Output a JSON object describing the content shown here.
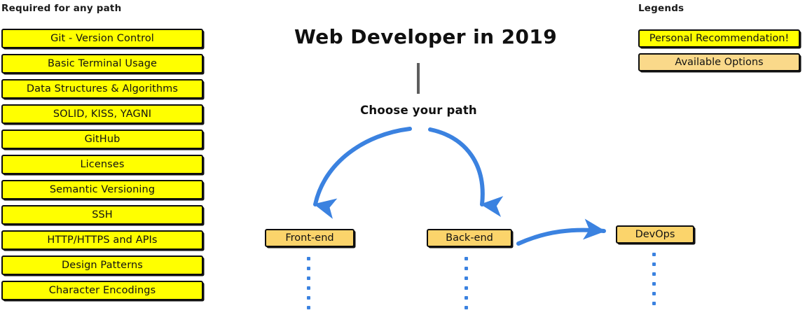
{
  "page": {
    "title": "Web Developer in 2019",
    "background_color": "#ffffff"
  },
  "colors": {
    "recommendation_fill": "#ffff00",
    "available_option_fill": "#fad98a",
    "path_box_fill": "#fbd46b",
    "arrow_blue": "#3b82e0",
    "stem_gray": "#5e5e5e",
    "outline_black": "#0d0d0d"
  },
  "required_section": {
    "heading": "Required for any path",
    "items": [
      {
        "label": "Git - Version Control"
      },
      {
        "label": "Basic Terminal Usage"
      },
      {
        "label": "Data Structures & Algorithms"
      },
      {
        "label": "SOLID, KISS, YAGNI"
      },
      {
        "label": "GitHub"
      },
      {
        "label": "Licenses"
      },
      {
        "label": "Semantic Versioning"
      },
      {
        "label": "SSH"
      },
      {
        "label": "HTTP/HTTPS and APIs"
      },
      {
        "label": "Design Patterns"
      },
      {
        "label": "Character Encodings"
      }
    ]
  },
  "legends_section": {
    "heading": "Legends",
    "items": [
      {
        "label": "Personal Recommendation!",
        "fill": "#ffff00"
      },
      {
        "label": "Available Options",
        "fill": "#fad98a"
      }
    ]
  },
  "center_flow": {
    "choose_label": "Choose your path",
    "paths": [
      {
        "label": "Front-end",
        "continues": true,
        "dot_count": 6
      },
      {
        "label": "Back-end",
        "continues": true,
        "dot_count": 6
      },
      {
        "label": "DevOps",
        "continues": true,
        "dot_count": 6
      }
    ]
  }
}
